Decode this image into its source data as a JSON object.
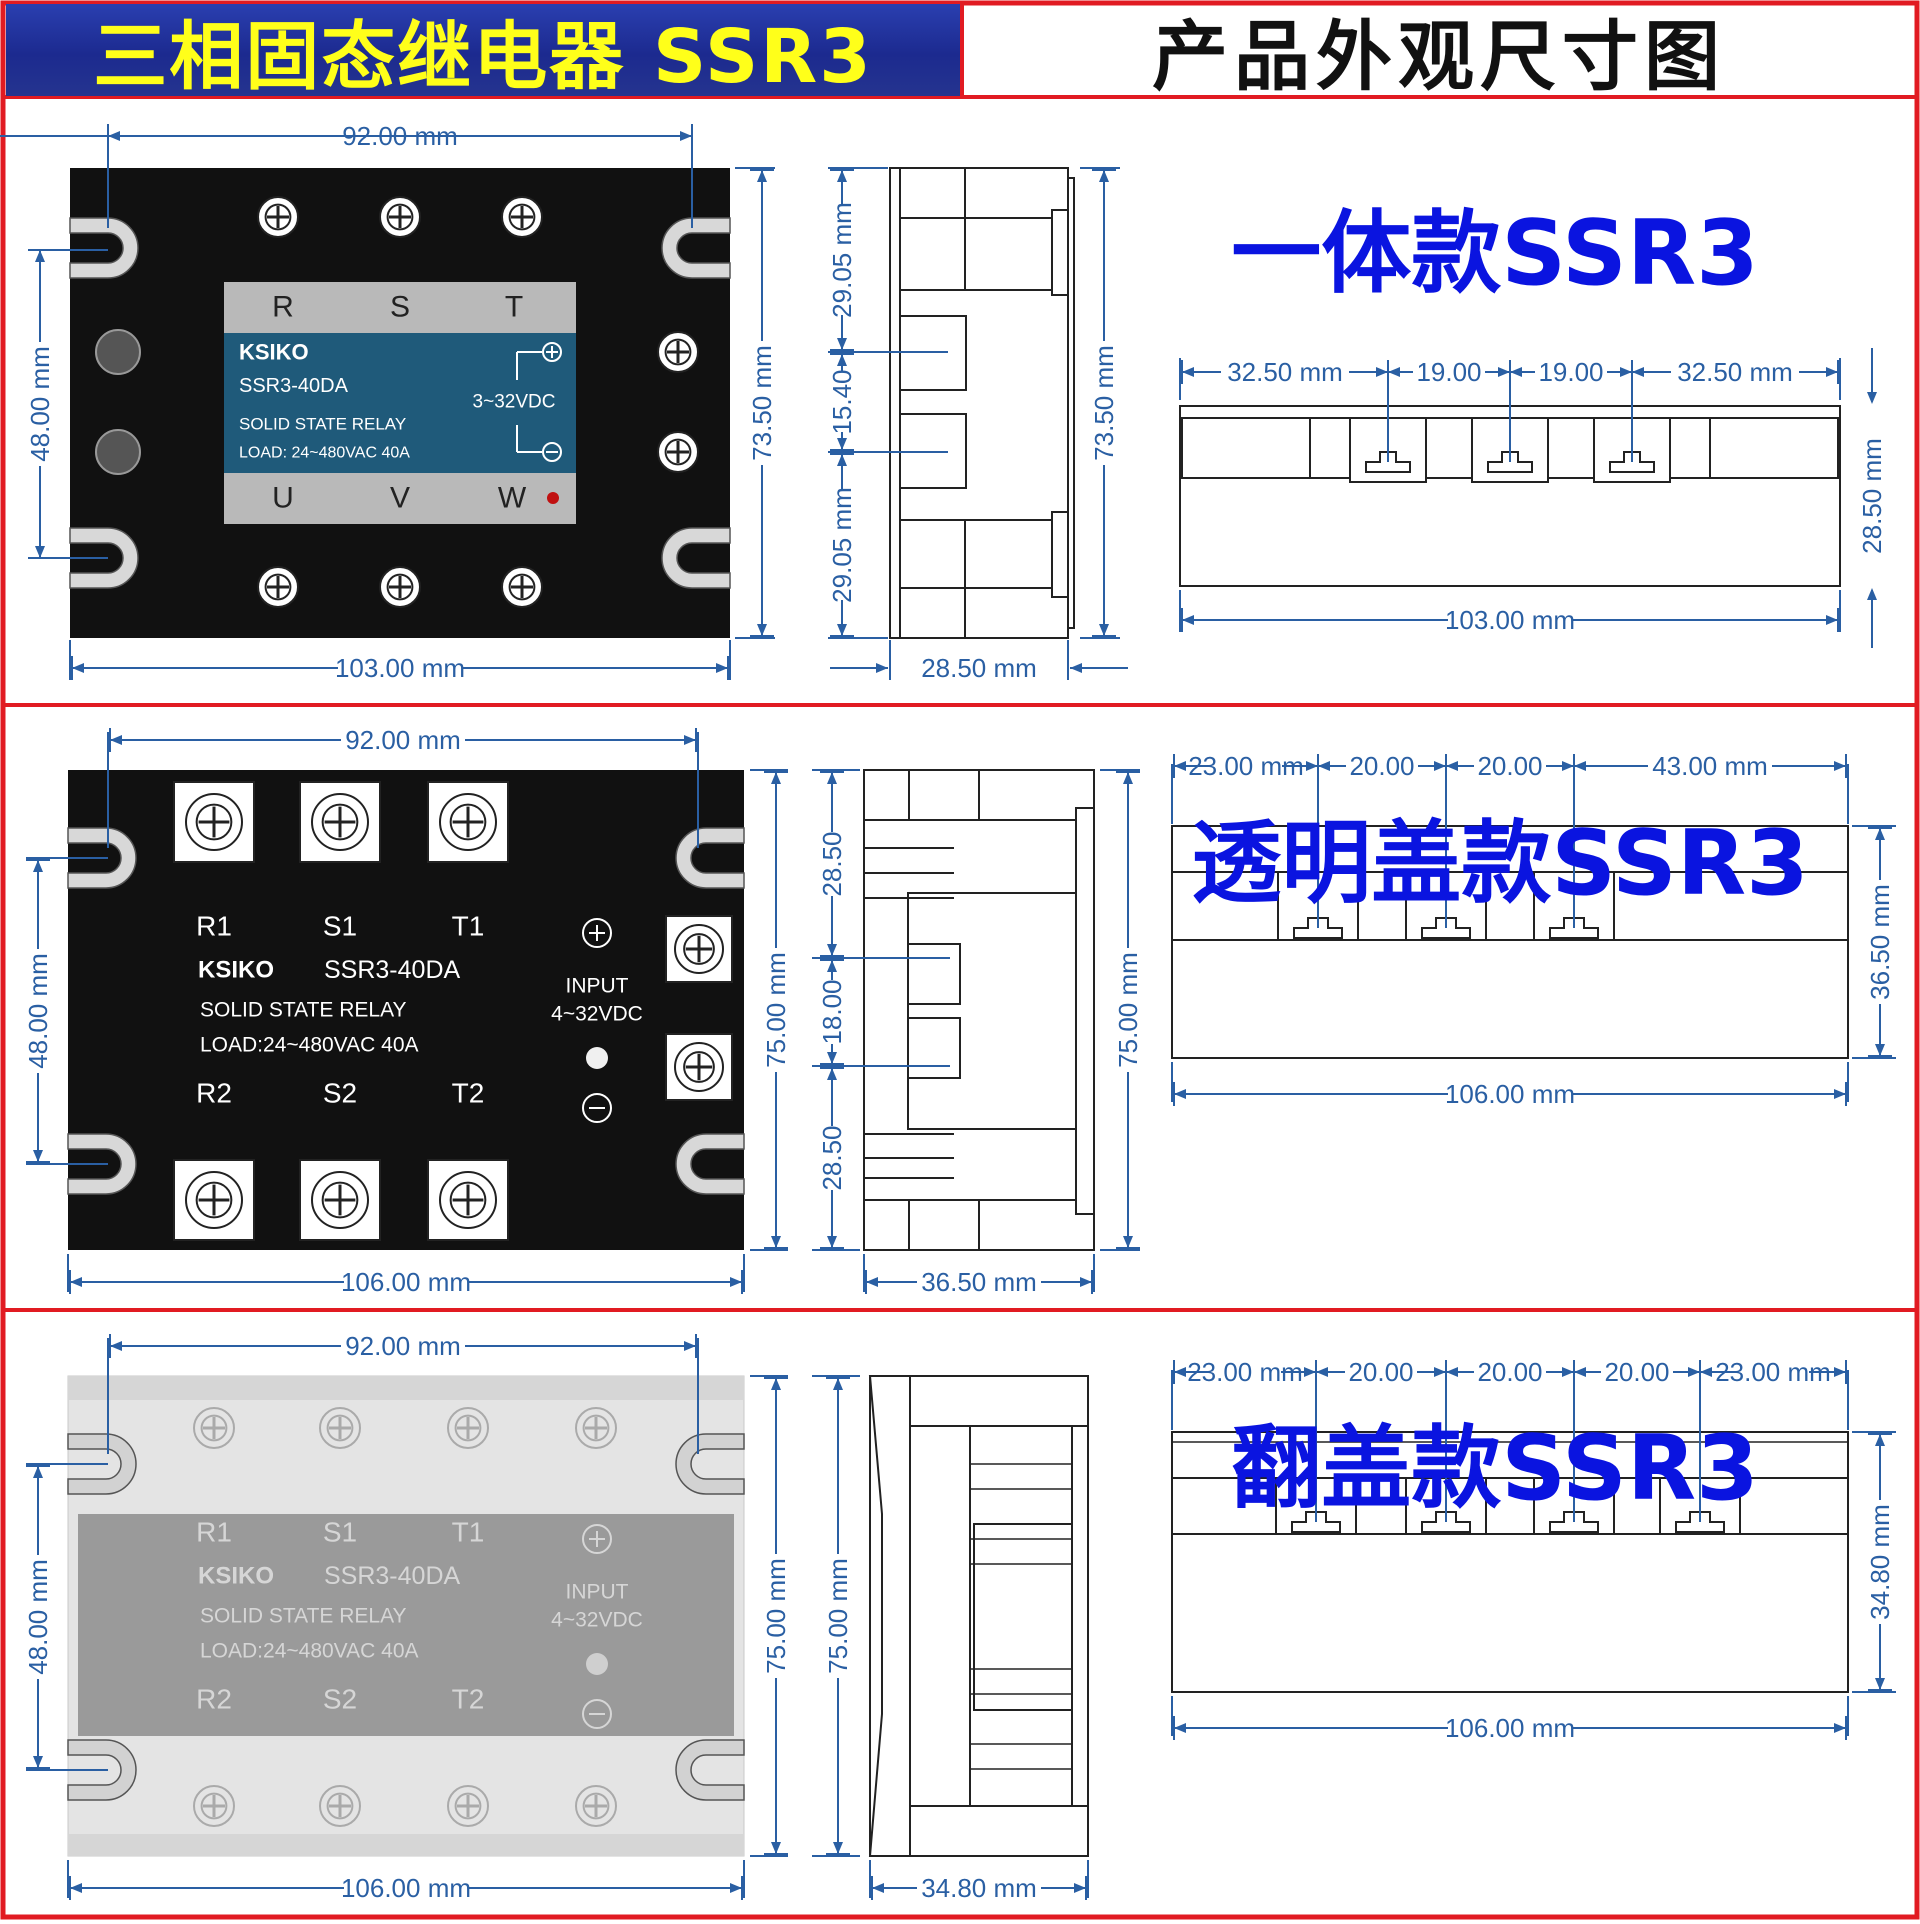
{
  "header": {
    "left": "三相固态继电器 SSR3",
    "right": "产品外观尺寸图"
  },
  "colors": {
    "frame": "#e11b22",
    "dimension": "#2a5fa3",
    "title": "#0a14e0",
    "header_text": "#ffff1a",
    "header_bg": "#1c2a8f"
  },
  "sections": [
    {
      "title": "一体款SSR3",
      "relay": {
        "terminals_top": [
          "R",
          "S",
          "T"
        ],
        "terminals_bottom": [
          "U",
          "V",
          "W"
        ],
        "brand": "KSIKO",
        "model": "SSR3-40DA",
        "input": "3~32VDC",
        "line1": "SOLID STATE RELAY",
        "line2": "LOAD: 24~480VAC  40A"
      },
      "front_dims": {
        "hole_span": "92.00 mm",
        "width": "103.00 mm",
        "hole_height": "48.00 mm",
        "height": "73.50 mm"
      },
      "side_dims": {
        "seg_top": "29.05 mm",
        "seg_mid": "15.40",
        "seg_bottom": "29.05 mm",
        "height": "73.50 mm",
        "depth": "28.50 mm"
      },
      "top_dims": {
        "segments": [
          "32.50 mm",
          "19.00",
          "19.00",
          "32.50 mm"
        ],
        "width": "103.00 mm",
        "height": "28.50 mm"
      }
    },
    {
      "title": "透明盖款SSR3",
      "relay": {
        "terminals_top": [
          "R1",
          "S1",
          "T1"
        ],
        "terminals_bottom": [
          "R2",
          "S2",
          "T2"
        ],
        "brand": "KSIKO",
        "model": "SSR3-40DA",
        "input_label": "INPUT",
        "input": "4~32VDC",
        "line1": "SOLID  STATE  RELAY",
        "line2": "LOAD:24~480VAC  40A"
      },
      "front_dims": {
        "hole_span": "92.00 mm",
        "width": "106.00 mm",
        "hole_height": "48.00 mm",
        "height": "75.00 mm"
      },
      "side_dims": {
        "seg_top": "28.50",
        "seg_mid": "18.00",
        "seg_bottom": "28.50",
        "height": "75.00 mm",
        "depth": "36.50 mm"
      },
      "top_dims": {
        "segments": [
          "23.00 mm",
          "20.00",
          "20.00",
          "43.00 mm"
        ],
        "width": "106.00 mm",
        "height": "36.50 mm"
      }
    },
    {
      "title": "翻盖款SSR3",
      "relay": {
        "terminals_top": [
          "R1",
          "S1",
          "T1"
        ],
        "terminals_bottom": [
          "R2",
          "S2",
          "T2"
        ],
        "brand": "KSIKO",
        "model": "SSR3-40DA",
        "input_label": "INPUT",
        "input": "4~32VDC",
        "line1": "SOLID  STATE  RELAY",
        "line2": "LOAD:24~480VAC  40A"
      },
      "front_dims": {
        "hole_span": "92.00 mm",
        "width": "106.00 mm",
        "hole_height": "48.00 mm",
        "height": "75.00 mm"
      },
      "side_dims": {
        "height": "75.00 mm",
        "depth": "34.80 mm"
      },
      "top_dims": {
        "segments": [
          "23.00 mm",
          "20.00",
          "20.00",
          "20.00",
          "23.00 mm"
        ],
        "width": "106.00 mm",
        "height": "34.80 mm"
      }
    }
  ]
}
